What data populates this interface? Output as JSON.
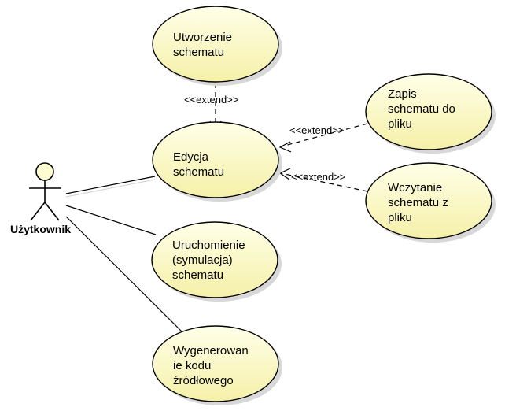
{
  "diagram": {
    "type": "use-case",
    "actor": {
      "label": "Użytkownik"
    },
    "use_cases": {
      "create": {
        "label": [
          "Utworzenie",
          "schematu"
        ]
      },
      "edit": {
        "label": [
          "Edycja",
          "schematu"
        ]
      },
      "save": {
        "label": [
          "Zapis",
          "schematu do",
          "pliku"
        ]
      },
      "load": {
        "label": [
          "Wczytanie",
          "schematu z",
          "pliku"
        ]
      },
      "run": {
        "label": [
          "Uruchomienie",
          "(symulacja)",
          "schematu"
        ]
      },
      "generate": {
        "label": [
          "Wygenerowan",
          "ie kodu",
          "źródłowego"
        ]
      }
    },
    "relations": {
      "extend_create": {
        "stereotype": "<<extend>>"
      },
      "extend_save": {
        "stereotype": "<<extend>>"
      },
      "extend_load": {
        "stereotype": "<<extend>>"
      }
    },
    "colors": {
      "usecase_fill": "#fcfcd0",
      "stroke": "#000000"
    }
  }
}
